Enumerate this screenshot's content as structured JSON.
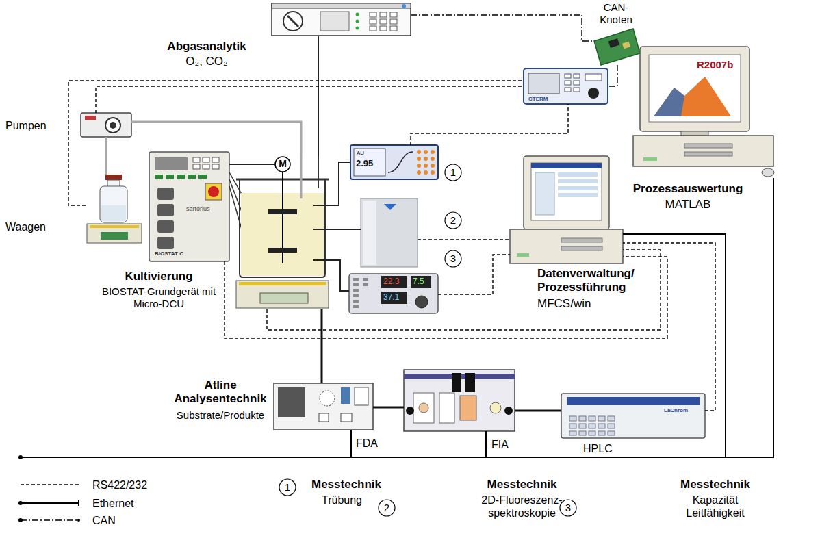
{
  "diagram": {
    "nodes": [
      {
        "text": [
          "Abgasanalytik",
          "O₂, CO₂"
        ]
      },
      {
        "text": [
          "CAN- Knoten"
        ]
      },
      {
        "text": [
          "CTERM"
        ]
      },
      {
        "text": [
          "R2007b",
          "Prozessauswertung",
          "MATLAB"
        ]
      },
      {
        "text": [
          "Pumpen"
        ]
      },
      {
        "text": [
          "AU",
          "2.95",
          "1"
        ]
      },
      {
        "text": [
          "Waagen"
        ]
      },
      {
        "text": [
          "sartorius",
          "BIOSTAT C",
          "Kultivierung",
          "BIOSTAT-Grundgerät mit Micro-DCU"
        ]
      },
      {
        "text": [
          "M"
        ]
      },
      {
        "text": [
          "2"
        ]
      },
      {
        "text": [
          "Datenverwaltung/ Prozessführung",
          "MFCS/win"
        ]
      },
      {
        "text": [
          "22.3",
          "7.5",
          "37.1",
          "3"
        ]
      },
      {
        "text": [
          "FDA"
        ]
      },
      {
        "text": [
          "FIA"
        ]
      },
      {
        "text": [
          "LaChrom",
          "HPLC"
        ]
      }
    ],
    "edges": [
      {
        "from": 0,
        "to": 8,
        "arrow": "none"
      },
      {
        "from": 0,
        "to": 1,
        "arrow": "none"
      },
      {
        "from": 1,
        "to": 2,
        "arrow": "none"
      },
      {
        "from": 4,
        "to": 2,
        "arrow": "none"
      },
      {
        "from": 6,
        "to": 2,
        "arrow": "none"
      },
      {
        "from": 5,
        "to": 2,
        "arrow": "none"
      },
      {
        "from": 4,
        "to": 6,
        "arrow": "none"
      },
      {
        "from": 4,
        "to": 8,
        "arrow": "none"
      },
      {
        "from": 7,
        "to": 8,
        "arrow": "none"
      },
      {
        "from": 8,
        "to": 5,
        "arrow": "none"
      },
      {
        "from": 8,
        "to": 9,
        "arrow": "none"
      },
      {
        "from": 8,
        "to": 11,
        "arrow": "none"
      },
      {
        "from": 9,
        "to": 10,
        "arrow": "none"
      },
      {
        "from": 11,
        "to": 10,
        "arrow": "none"
      },
      {
        "from": 7,
        "to": 10,
        "arrow": "none"
      },
      {
        "from": 8,
        "to": 10,
        "arrow": "none"
      },
      {
        "from": 8,
        "to": 12,
        "arrow": "none"
      },
      {
        "from": 12,
        "to": 13,
        "arrow": "none"
      },
      {
        "from": 13,
        "to": 14,
        "arrow": "none"
      },
      {
        "from": 14,
        "to": 10,
        "arrow": "none"
      },
      {
        "from": 12,
        "to": 3,
        "arrow": "none"
      },
      {
        "from": 13,
        "to": 3,
        "arrow": "none"
      },
      {
        "from": 10,
        "to": 3,
        "arrow": "none"
      }
    ],
    "labels": [
      "Atline Analysentechnik",
      "Substrate/Produkte",
      "1",
      "Messtechnik",
      "Trübung",
      "2",
      "Messtechnik",
      "2D-Fluoreszenz- spektroskopie",
      "3",
      "Messtechnik",
      "Kapazität Leitfähigkeit"
    ],
    "legend": [
      {
        "text": "RS422/232"
      },
      {
        "text": "Ethernet"
      },
      {
        "text": "CAN"
      }
    ]
  }
}
